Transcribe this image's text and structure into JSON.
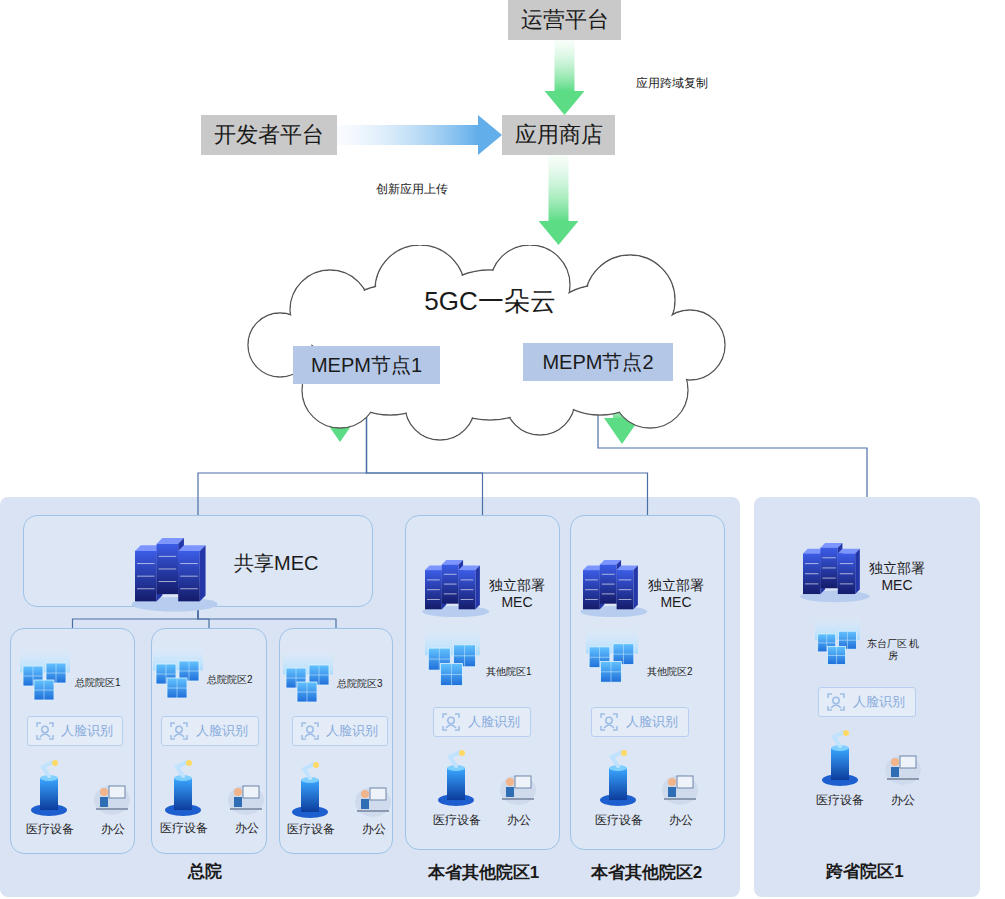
{
  "diagram": {
    "nodes": [
      {
        "text": [
          "运营平台"
        ]
      },
      {
        "text": [
          "开发者平台"
        ]
      },
      {
        "text": [
          "应用商店"
        ]
      },
      {
        "text": [
          "5GC一朵云"
        ]
      },
      {
        "text": [
          "MEPM节点1"
        ],
        "in": 3
      },
      {
        "text": [
          "MEPM节点2"
        ],
        "in": 3
      },
      {
        "text": [
          "总院"
        ]
      },
      {
        "text": [
          "共享MEC"
        ],
        "in": 6
      },
      {
        "text": [
          "总院院区1",
          "医疗设备",
          "办公"
        ],
        "in": 6
      },
      {
        "text": [
          "人脸识别"
        ],
        "in": 8
      },
      {
        "text": [
          "总院院区2",
          "医疗设备",
          "办公"
        ],
        "in": 6
      },
      {
        "text": [
          "人脸识别"
        ],
        "in": 10
      },
      {
        "text": [
          "总院院区3",
          "医疗设备",
          "办公"
        ],
        "in": 6
      },
      {
        "text": [
          "人脸识别"
        ],
        "in": 12
      },
      {
        "text": [
          "独立部署 MEC",
          "其他院区1",
          "医疗设备",
          "办公",
          "本省其他院区1"
        ]
      },
      {
        "text": [
          "人脸识别"
        ],
        "in": 14
      },
      {
        "text": [
          "独立部署 MEC",
          "其他院区2",
          "医疗设备",
          "办公",
          "本省其他院区2"
        ]
      },
      {
        "text": [
          "人脸识别"
        ],
        "in": 16
      },
      {
        "text": [
          "独立部署 MEC",
          "东台厂区 机房",
          "医疗设备",
          "办公",
          "跨省院区1"
        ]
      },
      {
        "text": [
          "人脸识别"
        ],
        "in": 18
      }
    ],
    "edges": [
      {
        "from": 0,
        "to": 2,
        "arrow": "to",
        "label": "应用跨域复制"
      },
      {
        "from": 1,
        "to": 2,
        "arrow": "to",
        "label": "创新应用上传"
      },
      {
        "from": 2,
        "to": 3,
        "arrow": "to"
      },
      {
        "from": 4,
        "to": 7,
        "arrow": "none"
      },
      {
        "from": 4,
        "to": 14,
        "arrow": "none"
      },
      {
        "from": 4,
        "to": 16,
        "arrow": "none"
      },
      {
        "from": 5,
        "to": 18,
        "arrow": "none"
      },
      {
        "from": 7,
        "to": 8,
        "arrow": "none"
      },
      {
        "from": 7,
        "to": 10,
        "arrow": "none"
      },
      {
        "from": 7,
        "to": 12,
        "arrow": "none"
      }
    ]
  }
}
